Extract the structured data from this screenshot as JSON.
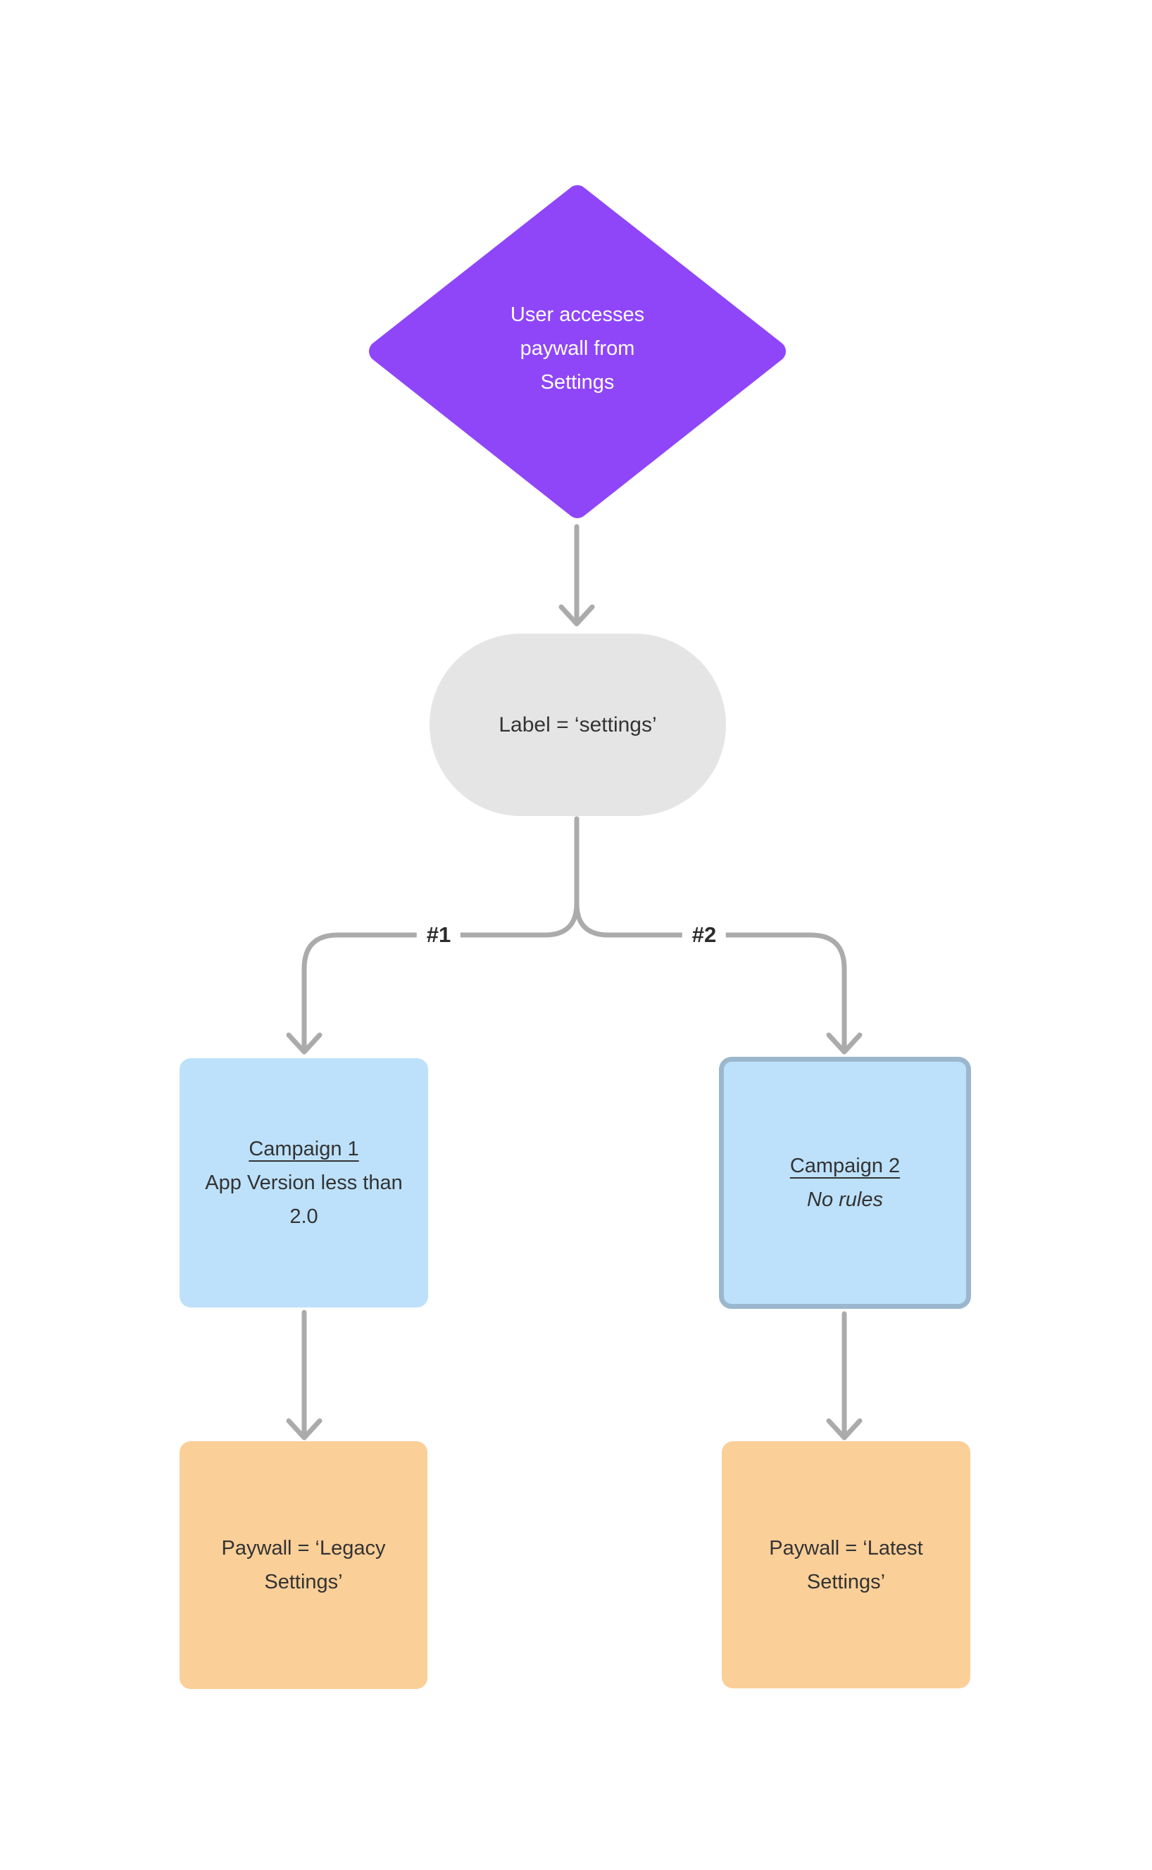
{
  "diagram": {
    "type": "flowchart",
    "nodes": {
      "start": {
        "shape": "decision-diamond",
        "lines": [
          "User accesses",
          "paywall from",
          "Settings"
        ],
        "fill": "#8f46f9",
        "text_color": "#ffffff"
      },
      "label_check": {
        "shape": "rounded-pill",
        "text": "Label = ‘settings’",
        "fill": "#e5e5e5"
      },
      "campaign_1": {
        "shape": "rounded-rect",
        "title": "Campaign 1",
        "subtitle": "App Version less than 2.0",
        "fill": "#bde1fa"
      },
      "campaign_2": {
        "shape": "rounded-rect",
        "title": "Campaign 2",
        "subtitle": "No rules",
        "subtitle_style": "italic",
        "fill": "#bde1fa",
        "border": "#9bb7cd"
      },
      "paywall_legacy": {
        "shape": "rounded-rect",
        "text": "Paywall = ‘Legacy Settings’",
        "fill": "#facf98"
      },
      "paywall_latest": {
        "shape": "rounded-rect",
        "text": "Paywall = ‘Latest Settings’",
        "fill": "#facf98"
      }
    },
    "edges": {
      "branch_1_label": "#1",
      "branch_2_label": "#2",
      "connector_color": "#ababab",
      "text_color": "#333333"
    }
  }
}
